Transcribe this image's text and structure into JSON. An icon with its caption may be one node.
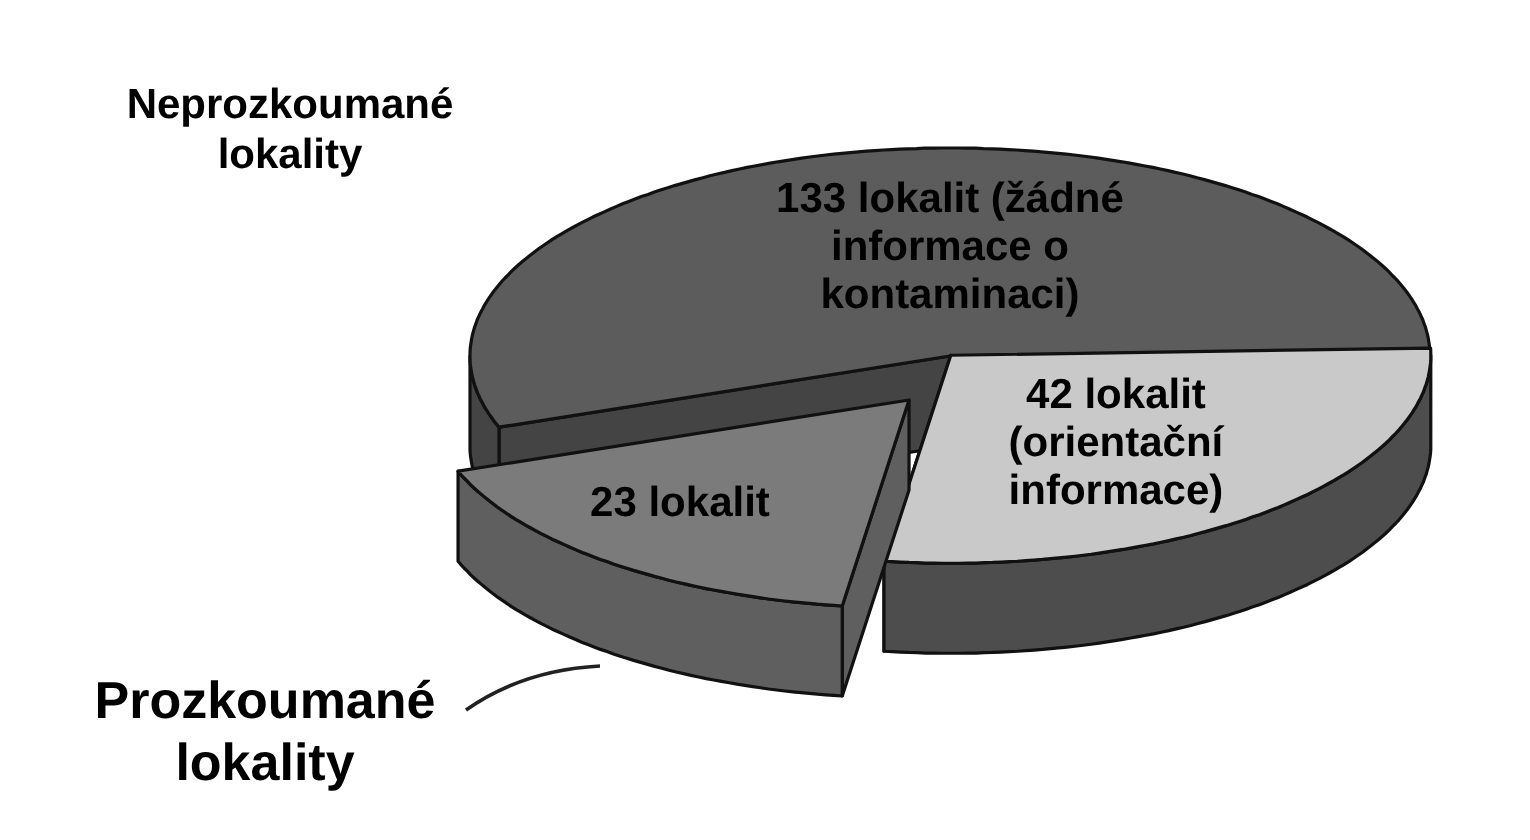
{
  "diagram": {
    "nodes": [
      {
        "text": [
          "133 lokalit (žádné informace o kontaminaci)"
        ]
      },
      {
        "text": [
          "42 lokalit (orientační informace)"
        ]
      },
      {
        "text": [
          "23 lokalit"
        ]
      },
      {
        "text": [
          "Prozkoumané lokality"
        ]
      }
    ],
    "edges": [
      {
        "from": 3,
        "to": 2,
        "arrow": "none"
      }
    ],
    "labels": [
      "Neprozkoumané lokality"
    ]
  }
}
